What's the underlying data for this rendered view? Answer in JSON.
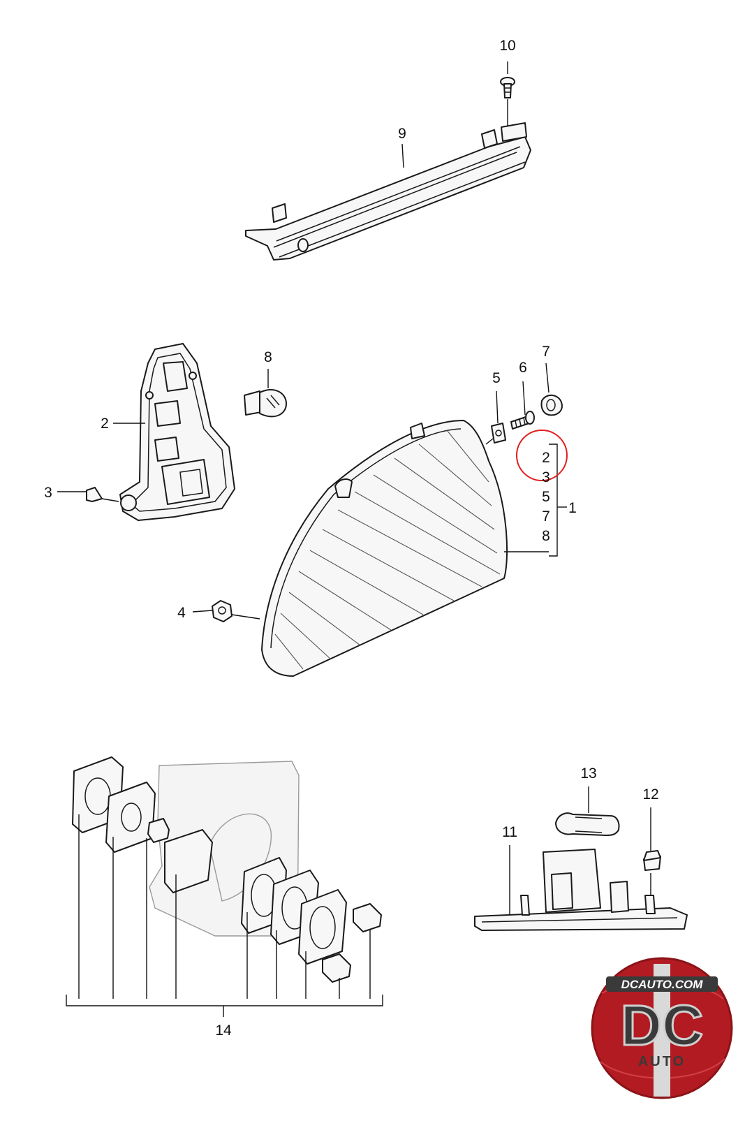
{
  "callouts": [
    {
      "id": "c10",
      "text": "10"
    },
    {
      "id": "c9",
      "text": "9"
    },
    {
      "id": "c8",
      "text": "8"
    },
    {
      "id": "c7",
      "text": "7"
    },
    {
      "id": "c6",
      "text": "6"
    },
    {
      "id": "c5",
      "text": "5"
    },
    {
      "id": "c2",
      "text": "2"
    },
    {
      "id": "c3",
      "text": "3"
    },
    {
      "id": "c4",
      "text": "4"
    },
    {
      "id": "c1",
      "text": "1"
    },
    {
      "id": "c13",
      "text": "13"
    },
    {
      "id": "c12",
      "text": "12"
    },
    {
      "id": "c11",
      "text": "11"
    },
    {
      "id": "c14",
      "text": "14"
    }
  ],
  "kit_list": [
    "2",
    "3",
    "5",
    "7",
    "8"
  ],
  "highlight_color": "#e02020",
  "logo": {
    "brand": "DCAUTO.COM",
    "letters": "DC",
    "sub": "AUTO",
    "colors": {
      "red": "#b31b22",
      "dark": "#3a3a3a",
      "silver": "#cfcfcf"
    }
  }
}
